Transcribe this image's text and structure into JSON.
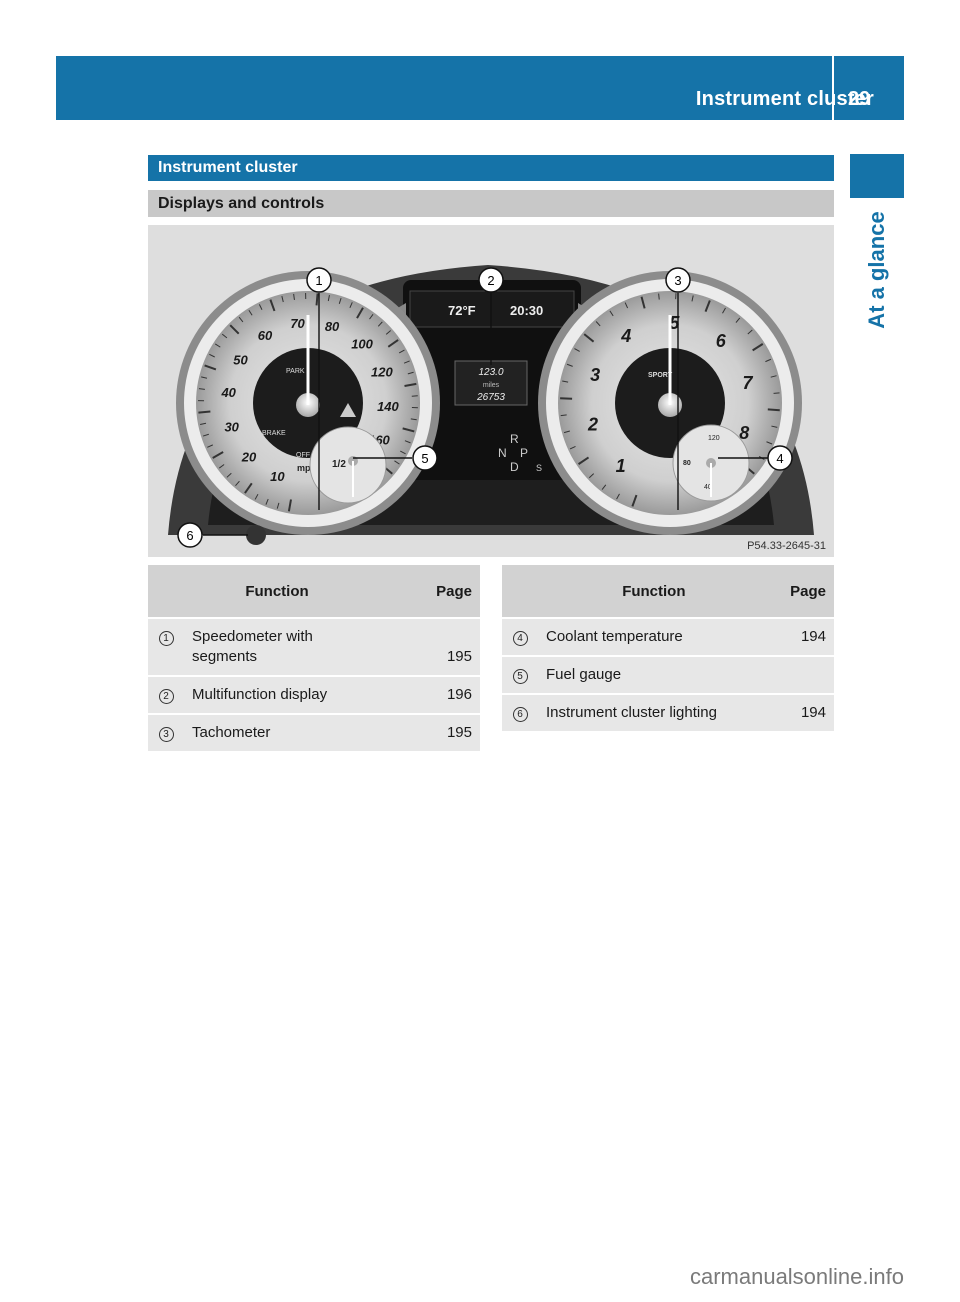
{
  "header": {
    "title": "Instrument cluster",
    "page_number": "29"
  },
  "side_tab": {
    "label": "At a glance"
  },
  "section": {
    "heading": "Instrument cluster",
    "subheading": "Displays and controls"
  },
  "figure": {
    "code": "P54.33-2645-31",
    "callouts": [
      "1",
      "2",
      "3",
      "4",
      "5",
      "6"
    ],
    "display": {
      "temperature": "72°F",
      "time": "20:30",
      "trip": "123.0",
      "unit": "miles",
      "odometer": "26753"
    },
    "speedometer_labels": [
      "10",
      "20",
      "30",
      "40",
      "50",
      "60",
      "70",
      "80",
      "100",
      "120",
      "140",
      "160"
    ],
    "speed_unit": "mph",
    "tachometer_labels": [
      "1",
      "2",
      "3",
      "4",
      "5",
      "6",
      "7",
      "8"
    ],
    "gear_indicator": {
      "r": "R",
      "n": "N",
      "p": "P",
      "d": "D",
      "s": "S"
    },
    "warning_labels": {
      "park": "PARK",
      "brake": "BRAKE",
      "off": "OFF",
      "sport": "SPORT"
    },
    "coolant_labels": [
      "120",
      "80",
      "40"
    ],
    "fuel_label": "1/2"
  },
  "table_left": {
    "headers": {
      "function": "Function",
      "page": "Page"
    },
    "rows": [
      {
        "num": "1",
        "function": "Speedometer with segments",
        "page": "195"
      },
      {
        "num": "2",
        "function": "Multifunction display",
        "page": "196"
      },
      {
        "num": "3",
        "function": "Tachometer",
        "page": "195"
      }
    ]
  },
  "table_right": {
    "headers": {
      "function": "Function",
      "page": "Page"
    },
    "rows": [
      {
        "num": "4",
        "function": "Coolant temperature",
        "page": "194"
      },
      {
        "num": "5",
        "function": "Fuel gauge",
        "page": ""
      },
      {
        "num": "6",
        "function": "Instrument cluster lighting",
        "page": "194"
      }
    ]
  },
  "watermark": "carmanualsonline.info"
}
